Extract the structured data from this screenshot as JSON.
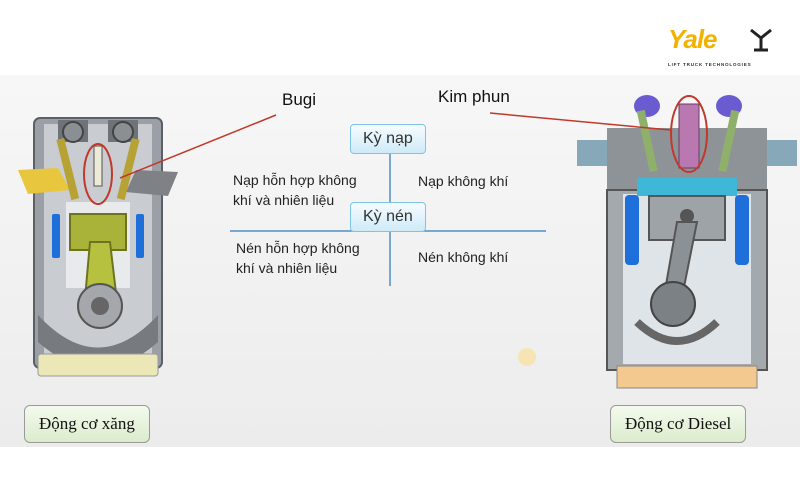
{
  "brand": {
    "name": "Yale",
    "tagline": "LIFT TRUCK TECHNOLOGIES"
  },
  "callouts": {
    "spark_plug": "Bugi",
    "injector": "Kim phun"
  },
  "table": {
    "intake_stroke": {
      "title": "Kỳ nạp",
      "petrol": [
        "Nạp hỗn hợp không",
        "khí và nhiên liệu"
      ],
      "diesel": "Nạp không khí"
    },
    "compression_stroke": {
      "title": "Kỳ nén",
      "petrol": [
        "Nén hỗn hợp không",
        "khí và nhiên liệu"
      ],
      "diesel": "Nén không khí"
    }
  },
  "engines": {
    "petrol_label": "Động cơ xăng",
    "diesel_label": "Động cơ Diesel"
  },
  "colors": {
    "brand_yellow": "#f2b300",
    "callout_line": "#c0392b",
    "pill_border": "#7ec4e4",
    "label_bg": "#dbeccc",
    "water_jacket": "#1e6fd9"
  }
}
